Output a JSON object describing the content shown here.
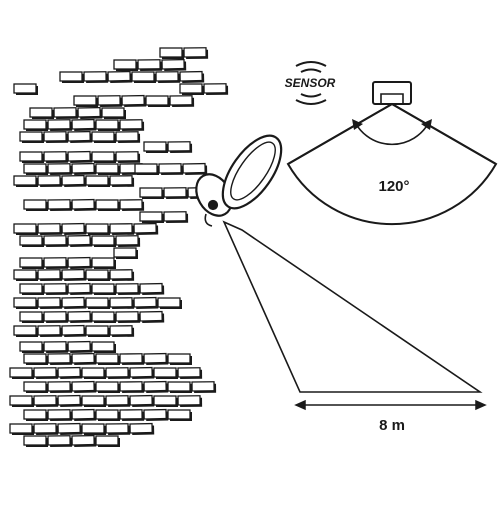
{
  "sensor": {
    "label": "SENSOR"
  },
  "detection_angle": {
    "label": "120°"
  },
  "detection_range": {
    "label": "8 m"
  },
  "colors": {
    "ink": "#1a1a1a",
    "paper": "#ffffff"
  },
  "icons": [
    "brick-wall-icon",
    "floodlight-icon",
    "motion-sensor-icon",
    "sensor-waves-icon"
  ]
}
